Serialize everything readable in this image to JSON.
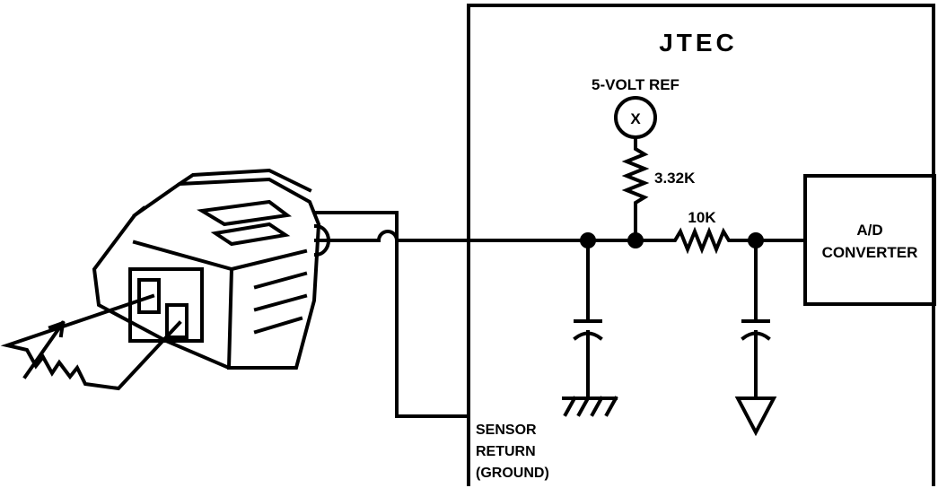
{
  "diagram": {
    "module_title": "JTEC",
    "reference_label": "5-VOLT REF",
    "reference_node_symbol": "X",
    "pullup_resistor_value": "3.32K",
    "series_resistor_value": "10K",
    "converter_label_line1": "A/D",
    "converter_label_line2": "CONVERTER",
    "ground_label_line1": "SENSOR",
    "ground_label_line2": "RETURN",
    "ground_label_line3": "(GROUND)"
  },
  "colors": {
    "ink": "#000000",
    "background": "#ffffff"
  }
}
